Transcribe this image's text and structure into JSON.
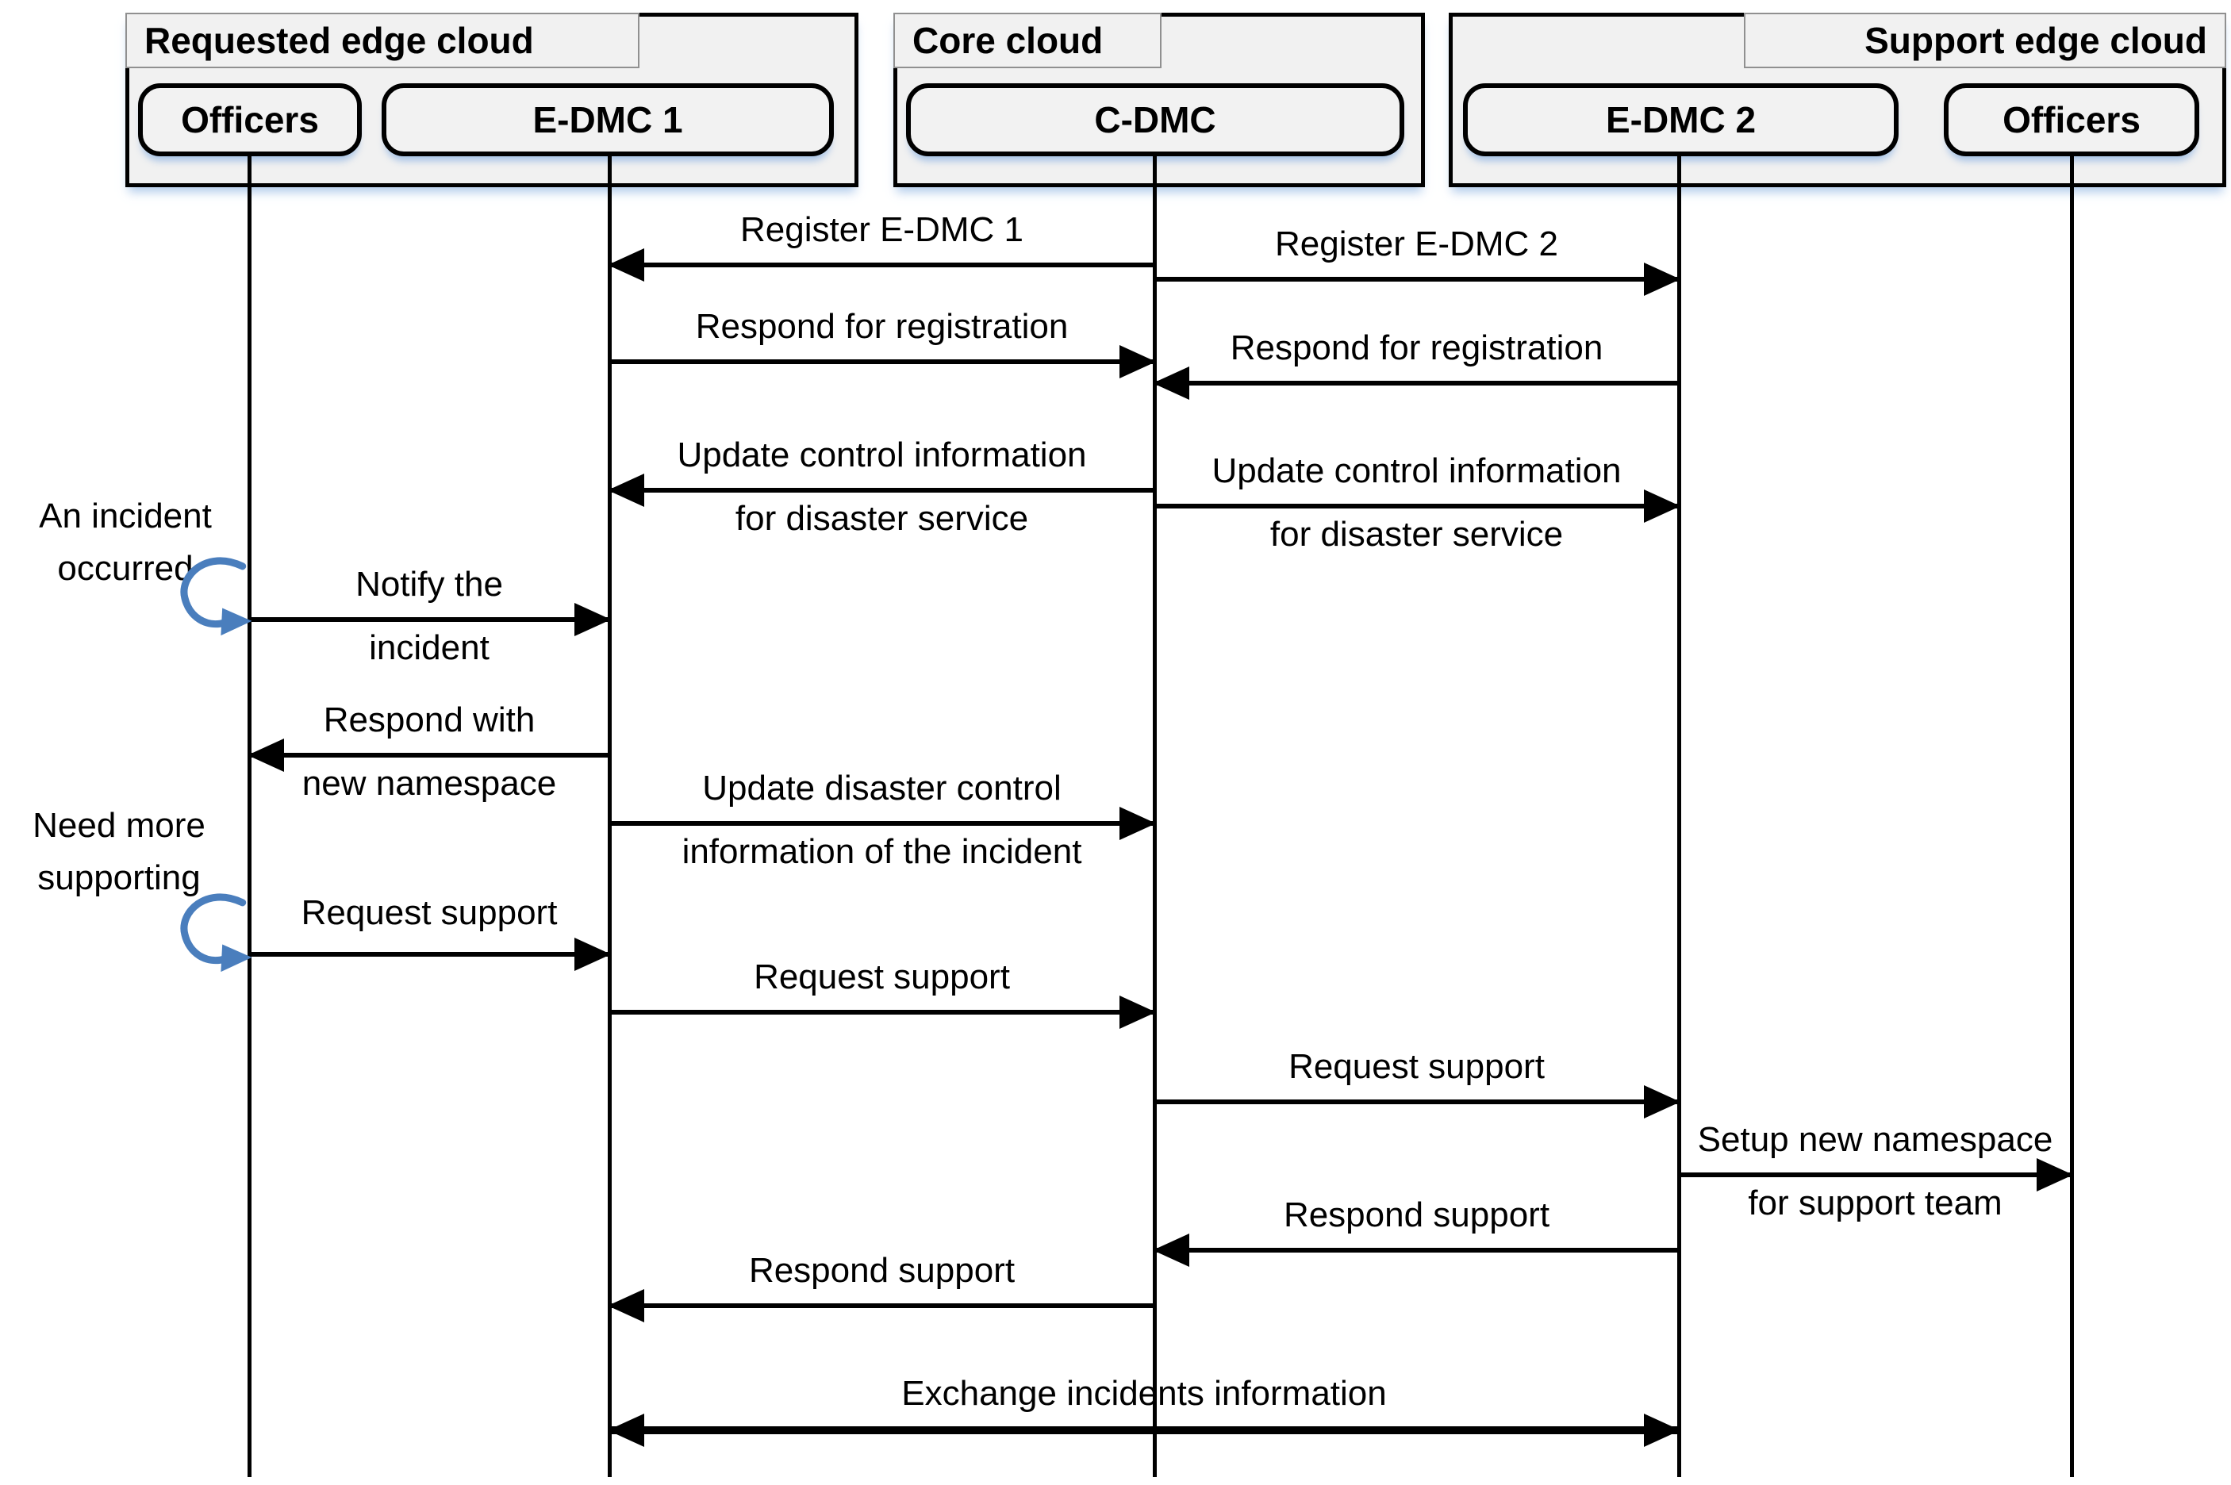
{
  "colors": {
    "line_black": "#000000",
    "accent_blue": "#4a7ebd",
    "box_fill": "#f1f1f1",
    "shadow_blue": "#b9cde9",
    "background": "#ffffff"
  },
  "groups": {
    "requested": {
      "title": "Requested edge cloud",
      "actors": {
        "officers": "Officers",
        "edmc1": "E-DMC 1"
      }
    },
    "core": {
      "title": "Core cloud",
      "actors": {
        "cdmc": "C-DMC"
      }
    },
    "support": {
      "title": "Support edge cloud",
      "actors": {
        "edmc2": "E-DMC 2",
        "officers": "Officers"
      }
    }
  },
  "notes": {
    "incident": {
      "line1": "An incident",
      "line2": "occurred"
    },
    "need_support": {
      "line1": "Need more",
      "line2": "supporting"
    }
  },
  "messages": {
    "register_edmc1": {
      "line1": "Register E-DMC 1",
      "from": "C-DMC",
      "to": "E-DMC 1",
      "direction": "left"
    },
    "register_edmc2": {
      "line1": "Register E-DMC 2",
      "from": "C-DMC",
      "to": "E-DMC 2",
      "direction": "right"
    },
    "respond_reg_1": {
      "line1": "Respond for registration",
      "from": "E-DMC 1",
      "to": "C-DMC",
      "direction": "right"
    },
    "respond_reg_2": {
      "line1": "Respond for registration",
      "from": "E-DMC 2",
      "to": "C-DMC",
      "direction": "left"
    },
    "update_ctrl_1": {
      "line1": "Update control information",
      "line2": "for disaster service",
      "from": "C-DMC",
      "to": "E-DMC 1",
      "direction": "left"
    },
    "update_ctrl_2": {
      "line1": "Update control information",
      "line2": "for disaster service",
      "from": "C-DMC",
      "to": "E-DMC 2",
      "direction": "right"
    },
    "notify_incident": {
      "line1": "Notify the",
      "line2": "incident",
      "from": "Officers",
      "to": "E-DMC 1",
      "direction": "right"
    },
    "respond_namespace": {
      "line1": "Respond with",
      "line2": "new namespace",
      "from": "E-DMC 1",
      "to": "Officers",
      "direction": "left"
    },
    "update_disaster": {
      "line1": "Update disaster control",
      "line2": "information of the incident",
      "from": "E-DMC 1",
      "to": "C-DMC",
      "direction": "right"
    },
    "request_support_officers": {
      "line1": "Request support",
      "from": "Officers",
      "to": "E-DMC 1",
      "direction": "right"
    },
    "request_support_edmc1": {
      "line1": "Request support",
      "from": "E-DMC 1",
      "to": "C-DMC",
      "direction": "right"
    },
    "request_support_cdmc": {
      "line1": "Request support",
      "from": "C-DMC",
      "to": "E-DMC 2",
      "direction": "right"
    },
    "setup_namespace": {
      "line1": "Setup new namespace",
      "line2": "for support team",
      "from": "E-DMC 2",
      "to": "Officers",
      "direction": "right"
    },
    "respond_support_edmc2": {
      "line1": "Respond support",
      "from": "E-DMC 2",
      "to": "C-DMC",
      "direction": "left"
    },
    "respond_support_cdmc": {
      "line1": "Respond support",
      "from": "C-DMC",
      "to": "E-DMC 1",
      "direction": "left"
    },
    "exchange_incidents": {
      "line1": "Exchange incidents information",
      "from": "E-DMC 1",
      "to": "E-DMC 2",
      "direction": "both"
    }
  }
}
